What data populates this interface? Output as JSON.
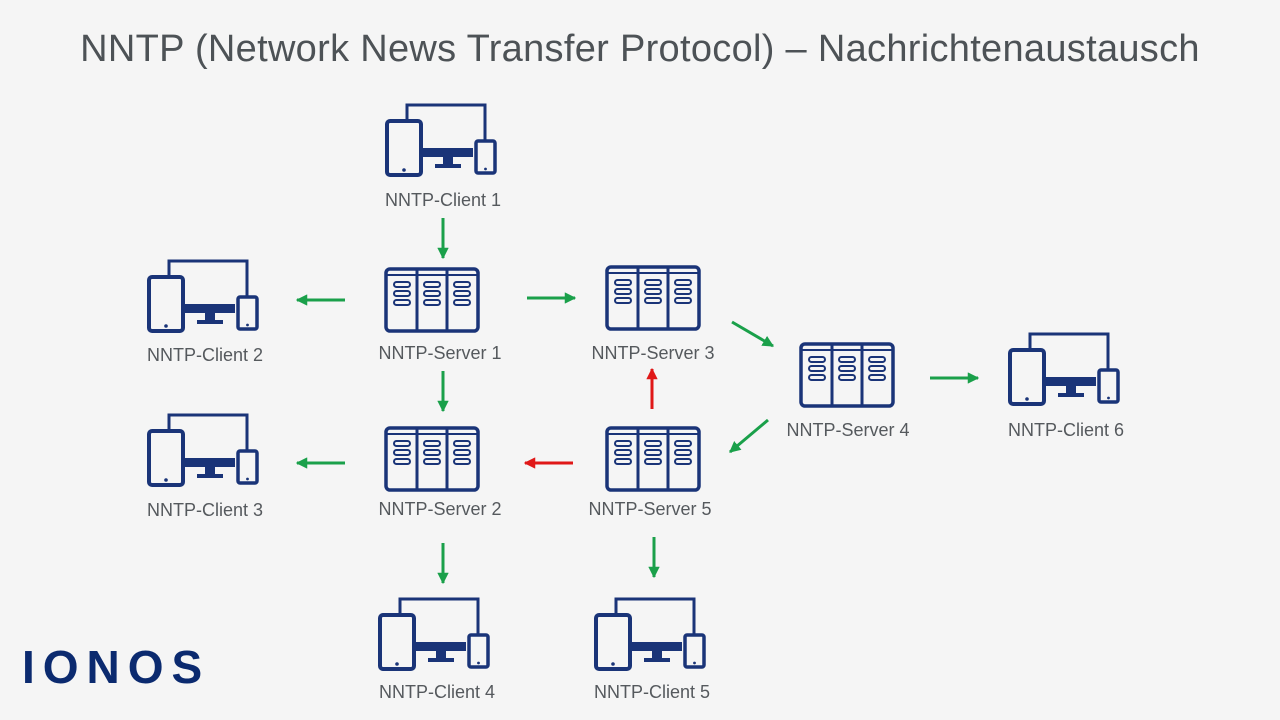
{
  "title": "NNTP (Network News Transfer Protocol) – Nachrichtenaustausch",
  "logo": "IONOS",
  "colors": {
    "icon": "#1a3478",
    "push_arrow": "#1aa04a",
    "pull_arrow": "#e01818",
    "label": "#55595d",
    "background": "#f5f5f5"
  },
  "nodes": [
    {
      "id": "client1",
      "type": "client",
      "icon": "devices-icon",
      "label": "NNTP-Client 1"
    },
    {
      "id": "client2",
      "type": "client",
      "icon": "devices-icon",
      "label": "NNTP-Client 2"
    },
    {
      "id": "client3",
      "type": "client",
      "icon": "devices-icon",
      "label": "NNTP-Client 3"
    },
    {
      "id": "client4",
      "type": "client",
      "icon": "devices-icon",
      "label": "NNTP-Client 4"
    },
    {
      "id": "client5",
      "type": "client",
      "icon": "devices-icon",
      "label": "NNTP-Client 5"
    },
    {
      "id": "client6",
      "type": "client",
      "icon": "devices-icon",
      "label": "NNTP-Client 6"
    },
    {
      "id": "server1",
      "type": "server",
      "icon": "server-rack-icon",
      "label": "NNTP-Server 1"
    },
    {
      "id": "server2",
      "type": "server",
      "icon": "server-rack-icon",
      "label": "NNTP-Server 2"
    },
    {
      "id": "server3",
      "type": "server",
      "icon": "server-rack-icon",
      "label": "NNTP-Server 3"
    },
    {
      "id": "server4",
      "type": "server",
      "icon": "server-rack-icon",
      "label": "NNTP-Server 4"
    },
    {
      "id": "server5",
      "type": "server",
      "icon": "server-rack-icon",
      "label": "NNTP-Server 5"
    }
  ],
  "edges": [
    {
      "from": "client1",
      "to": "server1",
      "color": "green"
    },
    {
      "from": "server1",
      "to": "client2",
      "color": "green"
    },
    {
      "from": "server1",
      "to": "server3",
      "color": "green"
    },
    {
      "from": "server1",
      "to": "server2",
      "color": "green"
    },
    {
      "from": "server3",
      "to": "server4",
      "color": "green"
    },
    {
      "from": "server4",
      "to": "client6",
      "color": "green"
    },
    {
      "from": "server4",
      "to": "server5",
      "color": "green"
    },
    {
      "from": "server5",
      "to": "server3",
      "color": "red"
    },
    {
      "from": "server5",
      "to": "server2",
      "color": "red"
    },
    {
      "from": "server2",
      "to": "client3",
      "color": "green"
    },
    {
      "from": "server2",
      "to": "client4",
      "color": "green"
    },
    {
      "from": "server5",
      "to": "client5",
      "color": "green"
    }
  ]
}
